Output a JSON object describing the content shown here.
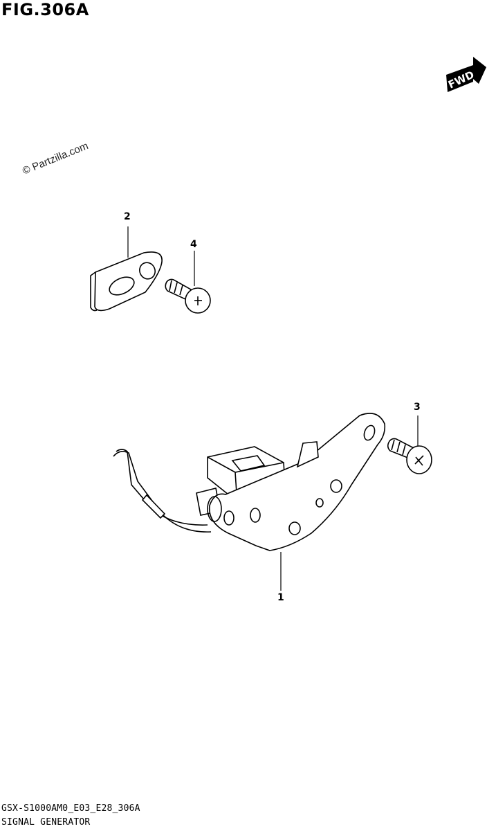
{
  "figure": {
    "title": "FIG.306A"
  },
  "direction_badge": {
    "label": "FWD"
  },
  "watermark": "© Partzilla.com",
  "callouts": [
    {
      "id": "1",
      "label": "1"
    },
    {
      "id": "2",
      "label": "2"
    },
    {
      "id": "3",
      "label": "3"
    },
    {
      "id": "4",
      "label": "4"
    }
  ],
  "footer": {
    "code": "GSX-S1000AM0_E03_E28_306A",
    "name": "SIGNAL GENERATOR"
  }
}
